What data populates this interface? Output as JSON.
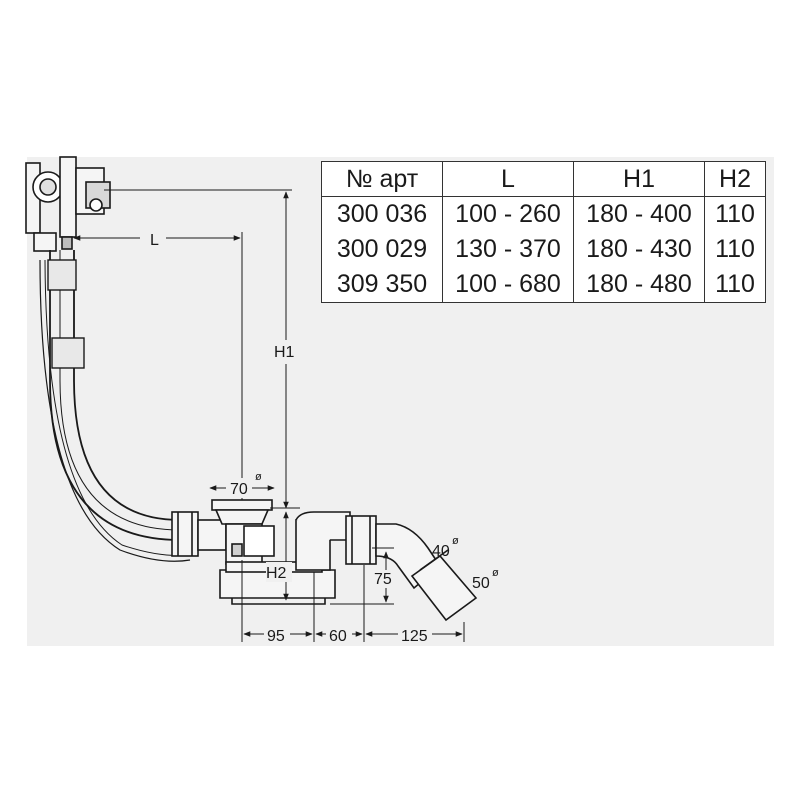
{
  "table": {
    "headers": [
      "№ арт",
      "L",
      "H1",
      "H2"
    ],
    "rows": [
      [
        "300 036",
        "100 - 260",
        "180 - 400",
        "110"
      ],
      [
        "300 029",
        "130 - 370",
        "180 - 430",
        "110"
      ],
      [
        "309 350",
        "100 - 680",
        "180 - 480",
        "110"
      ]
    ]
  },
  "dimensions": {
    "L": "L",
    "H1": "H1",
    "H2": "H2",
    "d70": "70",
    "d75": "75",
    "d40": "40",
    "d50": "50",
    "d95": "95",
    "d60": "60",
    "d125": "125",
    "dia": "ø"
  },
  "colors": {
    "background": "#f0f0f0",
    "line": "#1a1a1a",
    "table_bg": "#ffffff"
  }
}
